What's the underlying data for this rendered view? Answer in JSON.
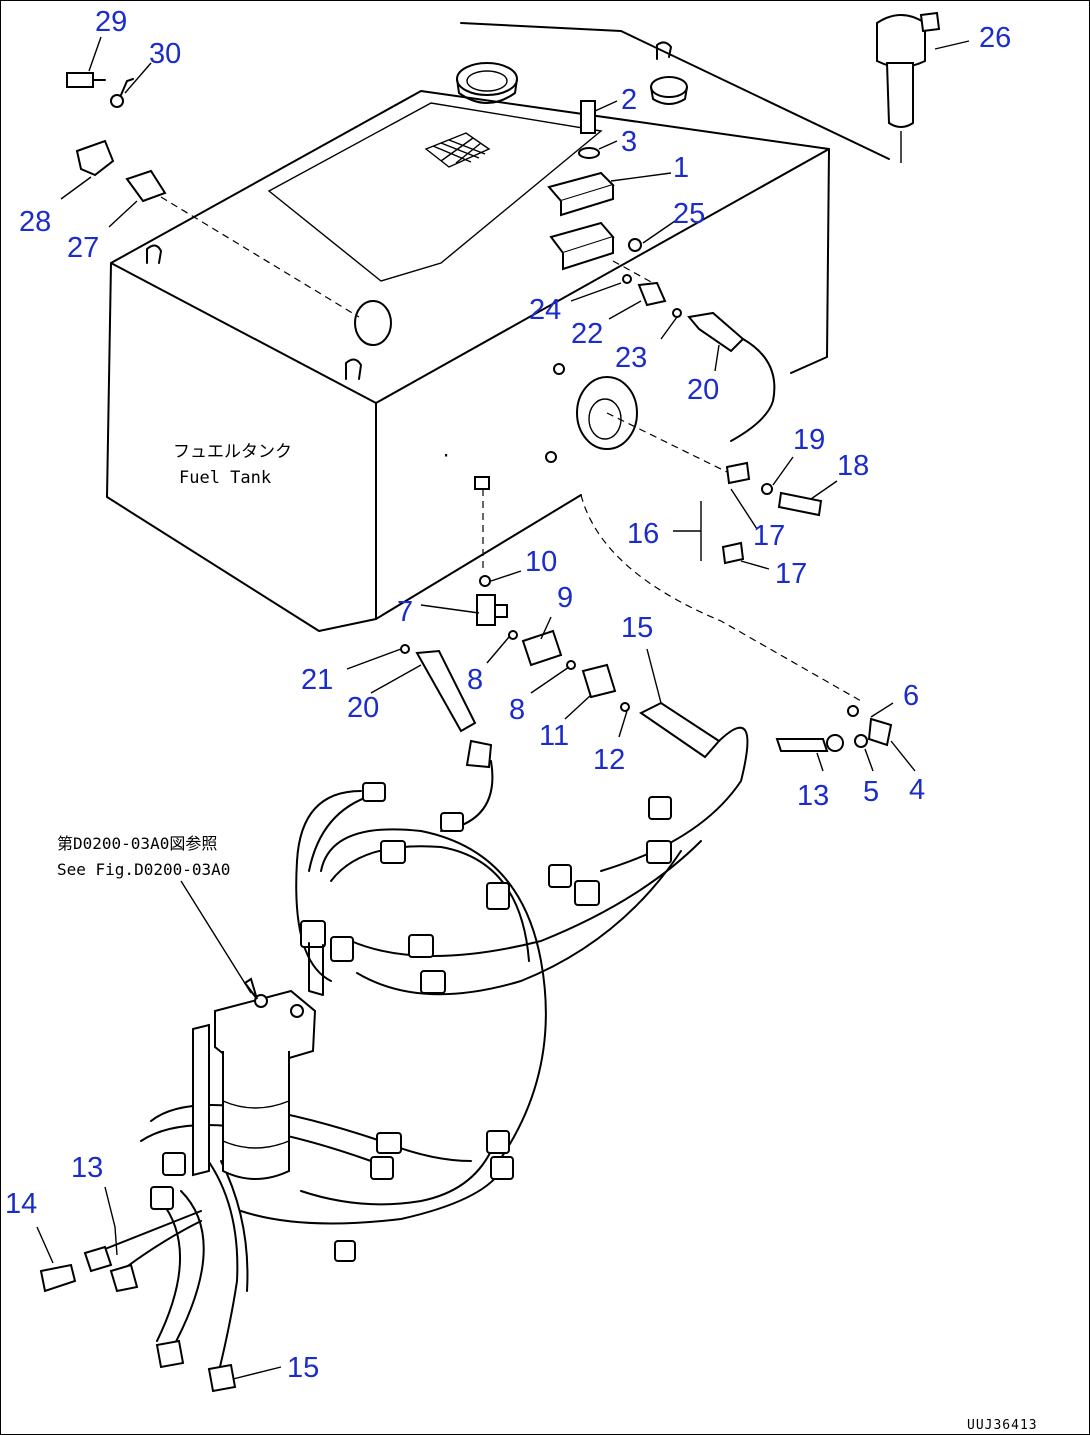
{
  "tank_label": {
    "jp": "フュエルタンク",
    "en": "Fuel Tank"
  },
  "reference_note": {
    "jp": "第D0200-03A0図参照",
    "en": "See Fig.D0200-03A0"
  },
  "drawing_code": "UUJ36413",
  "callouts": {
    "c1": "1",
    "c2": "2",
    "c3": "3",
    "c4": "4",
    "c5": "5",
    "c6": "6",
    "c7": "7",
    "c8a": "8",
    "c8b": "8",
    "c9": "9",
    "c10": "10",
    "c11": "11",
    "c12": "12",
    "c13a": "13",
    "c13b": "13",
    "c14": "14",
    "c15a": "15",
    "c15b": "15",
    "c16": "16",
    "c17a": "17",
    "c17b": "17",
    "c18": "18",
    "c19": "19",
    "c20a": "20",
    "c20b": "20",
    "c21": "21",
    "c22": "22",
    "c23": "23",
    "c24": "24",
    "c25": "25",
    "c26": "26",
    "c27": "27",
    "c28": "28",
    "c29": "29",
    "c30": "30"
  },
  "colors": {
    "callout": "#1a2cc9",
    "line": "#000000"
  }
}
